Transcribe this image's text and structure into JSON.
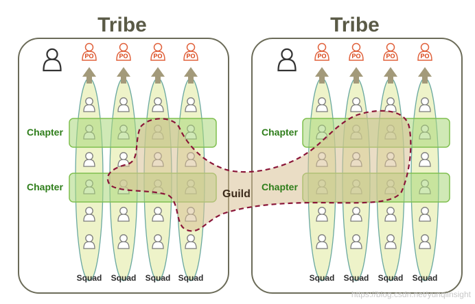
{
  "tribes": [
    {
      "title": "Tribe",
      "chapters": [
        "Chapter",
        "Chapter"
      ],
      "squads": [
        "Squad",
        "Squad",
        "Squad",
        "Squad"
      ],
      "product_owner_label": "PO"
    },
    {
      "title": "Tribe",
      "chapters": [
        "Chapter",
        "Chapter"
      ],
      "squads": [
        "Squad",
        "Squad",
        "Squad",
        "Squad"
      ],
      "product_owner_label": "PO"
    }
  ],
  "guild": {
    "label": "Guild"
  },
  "watermark": "https://blog.csdn.net/yunqiinsight",
  "colors": {
    "frame": "#6b6b58",
    "squad_fill": "#eef3c9",
    "squad_stroke": "#6aa8a0",
    "chapter_fill": "#a9d77a",
    "guild_fill": "#d8c195",
    "guild_stroke": "#8a1538",
    "po_stroke": "#e0603a",
    "arrow": "#a39a7a",
    "person_stroke": "#6b6b6b"
  }
}
